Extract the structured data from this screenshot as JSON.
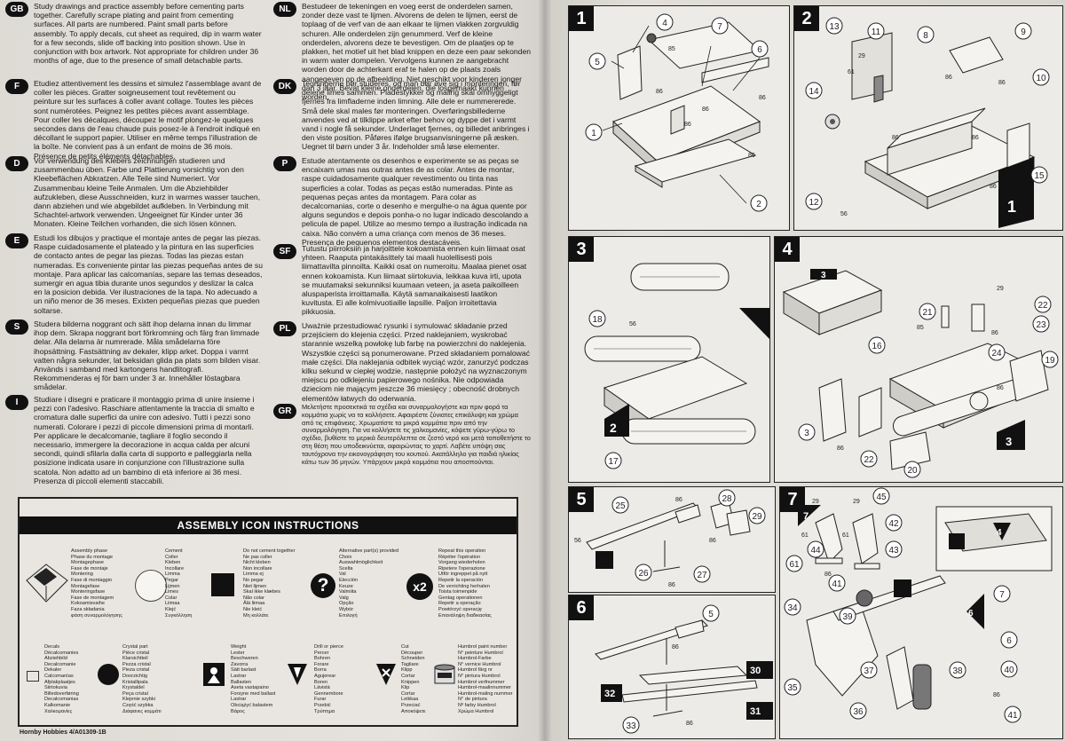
{
  "blocks": [
    {
      "code": "GB",
      "text": "Study drawings and practice assembly before cementing parts together. Carefully scrape plating and paint from cementing surfaces. All parts are numbered. Paint small parts before assembly. To apply decals, cut sheet as required, dip in warm water for a few seconds, slide off backing into position shown. Use in conjunction with box artwork. Not appropriate for children under 36 months of age, due to the presence of small detachable parts."
    },
    {
      "code": "F",
      "text": "Etudiez attentivement les dessins et simulez l'assemblage avant de coller les pièces. Gratter soigneusement tout revêtement ou peinture sur les surfaces à coller avant collage. Toutes les pièces sont numérotées. Peignez les petites pièces avant assemblage. Pour coller les décalques, découpez le motif plongez-le quelques secondes dans de l'eau chaude puis posez-le à l'endroit indiqué en décollant le support papier. Utiliser en même temps l'illustration de la boîte. Ne convient pas à un enfant de moins de 36 mois. Présence de petits éléments détachables."
    },
    {
      "code": "D",
      "text": "Vor verwendung des Klebers zeichnungen studieren und zusammenbau üben. Farbe und Plattierung vorsichtig von den Kleebeflächen Abkratzen. Alle Teile sind Numeriert. Vor Zusammenbau kleine Teile Anmalen. Um die Abziehbilder aufzukleben, diese Ausschneiden, kurz in warmes wasser tauchen, dann abziehen und wie abgebildet aufkleben. In Verbindung mit Schachtel-artwork verwenden. Ungeeignet für Kinder unter 36 Monaten. Kleine Teilchen vorhanden, die sich lösen können."
    },
    {
      "code": "E",
      "text": "Estudi los dibujos y practique el montaje antes de pegar las piezas. Raspe cuidadosamente el plateado y la pintura en las superficies de contacto antes de pegar las piezas. Todas las piezas estan numeradas. Es conveniente pintar las piezas pequeñas antes de su montaje. Para aplicar las calcomanías, separe las temas deseados, sumergir en agua tibia durante unos segundos y deslizar la calca en la posicion debida. Ver ilustraciones de la tapa. No adecuado a un niño menor de 36 meses. Exixten pequeñas piezas que pueden soltarse."
    },
    {
      "code": "S",
      "text": "Studera bilderna noggrant och sätt ihop delarna innan du limmar ihop dem. Skrapa noggrant bort förkromning och färg fran limmade delar. Alla delarna är numrerade. Måla smådelarna före ihopsättning. Fastsättning av dekaler, klipp arket. Doppa i varmt vatten några sekunder, lat beksidan glida pa plats som bilden visar. Används i samband med kartongens handlitografi. Rekommenderas ej för barn under 3 ar. Innehåller löstagbara smådelar."
    },
    {
      "code": "I",
      "text": "Studiare i disegni e praticare il montaggio prima di unire insieme i pezzi con l'adesivo. Raschiare attentamente la traccia di smalto e cromatura dalle superfici da unire con adesivo. Tutti i pezzi sono numerati. Colorare i pezzi di piccole dimensioni prima di montarli. Per applicare le decalcomanie, tagliare il foglio secondo il necessario, immergere la decorazione in acqua calda per alcuni secondi, quindi sfilarla dalla carta di supporto e palleggiarla nella posizione indicata usare in conjunzione con l'illustrazione sulla scatola. Non adatto ad un bambino di età inferiore ai 36 mesi. Presenza di piccoli elementi staccabili."
    },
    {
      "code": "NL",
      "text": "Bestudeer de tekeningen en voeg eerst de onderdelen samen, zonder deze vast te lijmen. Alvorens de delen te lijmen, eerst de toplaag of de verf van de aan elkaar te lijmen vlakken zorgvuldig schuren. Alle onderdelen zijn genummerd. Verf de kleine onderdelen, alvorens deze te bevestigen. Om de plaatjes op te plakken, het motief uit het blad knippen en deze een paar sekonden in warm water dompelen. Vervolgens kunnen ze aangebracht worden door de achterkant eraf te halen op de plaats zoals aangegeven op de afbeelding. Niet geschikt voor kinderen jonger dan 3 jaar. Bevat kleine onderdelen, die losgemaakt kunnen worden."
    },
    {
      "code": "DK",
      "text": "Tegningerne bør studeres, og man bør øve sig i monteringen, før delene limes sammen. Pladestykker og maling skal omhyggeligt fjernes fra limfladerne inden limning. Alle dele er nummererede. Små dele skal males før monteringen. Overføringsbillederne anvendes ved at tilklippe arket efter behov og dyppe det i varmt vand i nogle få sekunder. Underlaget fjernes, og billedet anbringes i den viste position. Påføres ifølge brugsanvisningerne på æsken. Uegnet til børn under 3 år. Indeholder små løse elementer."
    },
    {
      "code": "P",
      "text": "Estude atentamente os desenhos e experimente se as peças se encaixam umas nas outras antes de as colar. Antes de montar, raspe cuidadosamente qualquer revestimento ou tinta nas superficies a colar. Todas as peças estão numeradas. Pinte as pequenas peças antes da montagem. Para colar as decalcomanias, corte o desenho e mergulhe-o na água quente por alguns segundos e depois ponha-o no lugar indicado descolando a pelicula de papel. Utilize ao mesmo tempo a ilustração indicada na caixa. Não convém a uma criança com menos de 36 meses. Presença de pequenos elementos destacáveis."
    },
    {
      "code": "SF",
      "text": "Tutustu piirroksiin ja harjoittele kokoamista ennen kuin liimaat osat yhteen. Raaputa pintakäsittely tai maali huolellisesti pois liimattavilta pinnoilta. Kaikki osat on numeroitu. Maalaa pienet osat ennen kokoamista. Kun liimaat siirtokuvia, leikkaa kuva irti, upota se muutamaksi sekunniksi kuumaan veteen, ja aseta paikoilleen aluspaperista irroittamalla. Käytä samanaikaisesti laatikon kuvitusta. Ei alle kolmivuotiaille lapsille. Paljon irroitettavia pikkuosia."
    },
    {
      "code": "PL",
      "text": "Uważnie przestudiować rysunki i symulować składanie przed przejściem do klejenia części. Przed naklejaniem, wyskrobać starannie wszelką powłokę lub farbę na powierzchni do naklejenia. Wszystkie części są ponumerowane. Przed składaniem pomalować małe części. Dla naklejania odbitek wyciąć wzór, zanurzyć podczas kilku sekund w ciepłej wodzie, następnie położyć na wyznaczonym miejscu po odklejeniu papierowego nośnika. Nie odpowiada dzieciom nie mającym jeszcze 36 miesięcy ; obecność drobnych elementów łatwych do oderwania."
    },
    {
      "code": "GR",
      "text": "Μελετήστε προσεκτικά τα σχέδια και συναρμολογήστε και πριν φορά τα κομμάτια χωρίς να τα κολλήσετε. Αφαιρέστε ζύνιατες επικάλυψη και χρώμα από τις επιφάνειες. Χρωματίστε τα μικρά κομμάτια πριν από την συναρμολόγηση. Για να κολλήσετε τις χαλκομανίες, κόψετε γύρω-γύρω το σχέδιο, βυθίστε το μερικά δευτερόλεπτα σε ζεστό νερό και μετά τοποθετήστε το στη θέση που υποδεικνύεται, αφαιρώντας το χαρτί. Λαβέτε υπόψη σας ταυτόχρονα την εικονογράφηση του κουτιού. Ακατάλληλο για παιδιά ηλικίας κάτω των 36 μηνών. Υπάρχουν μικρά κομμάτια που αποσπούνται."
    }
  ],
  "icon_box": {
    "title": "ASSEMBLY ICON INSTRUCTIONS",
    "assembly": "Assembly phase\nPhase du montage\nMontagephase\nFase de montaje\nMontering\nFase di montaggio\nMontagefase\nMonteringsfase\nFase de montagem\nKokoamisvaihe\nFaza składania\nφάση συναρμολόγησης",
    "cement": "Cement\nColler\nKleben\nIncollare\nLimma\nPegar\nLijmen\nLimes\nColar\nLiimaa\nKlejć\nΣυγκόλληση",
    "nocement": "Do not cement together\nNe pas coller\nNicht kleben\nNon incollare\nLimma ej\nNo pegar\nNiet lijmen\nSkal ikke klæbes\nNão colar\nÄlä liimaa\nNie kleić\nΜη κολλάτε",
    "alternative": "Alternative part(s) provided\nChoix\nAuswahlmöglichkeit\nScelta\nVal\nElección\nKeuze\nValmiita\nValg\nOpção\nWybór\nΕπιλογή",
    "repeat": "Repeat this operation\nRépéter l'opération\nVorgang wiederholen\nRipetere l'operazione\nUtför ingreppet på nytt\nRepetir la operación\nDe verrichting herhalen\nToista toimenpide\nGentag operationen\nRepetir a operação\nPowtórzyć operację\nΕπανάληψη διαδικασίας",
    "decals": "Decals\nDécalcomanies\nAbziehbild\nDecalcomanie\nDekaler\nCalcomanías\nAfplakplaatjes\nSiirtokuvia\nBilledoverføring\nDecalcomanias\nKalkomanie\nΧαλκομανίες",
    "crystal": "Crystal part\nPièce cristal\nKlarsichtteil\nPezza cristal\nPieza cristal\nDoorzichtig\nKristallipala\nKrystaldel\nPeça cristal\nKlejenie szybki\nCzęść szybka\nΔιάφανες κομμάτι",
    "weight": "Weight\nLester\nBeschweren\nZavorra\nSätt barlast\nLastrar\nBallasten\nAseta vastapaino\nForsyne med ballast\nLastrar\nObciążyć balastem\nΒάρος",
    "drill": "Drill or pierce\nPercer\nBohren\nForare\nBorra\nAgujerear\nBoren\nLävistä\nGennembore\nFurar\nPrzebić\nΤρύπημα",
    "cut": "Cut\nDécouper\nSchneiden\nTagliare\nKlipp\nCortar\nKnippen\nKlip\nCortar\nLeikkaa\nPrzeciać\nΑποκόψετε",
    "humbrol": "Humbrol paint number\nN° peinture Humbrol\nHumbrol-Farbe\nN° vernice Humbrol\nHumbrol färg nr\nN° pintura Humbrol\nHumbrol verfnummer\nHumbrol-maalinnummer\nHumbrol-maling nummer\nN° de pintura\nNº farby Humbrol\nΧρώμα Humbrol",
    "badge_x2": "x2"
  },
  "footer": "Hornby Hobbies 4/A01309-1B",
  "steps": [
    {
      "num": "1",
      "parts": [
        "1",
        "2",
        "4",
        "5",
        "6",
        "7",
        "85",
        "86",
        "86",
        "86",
        "86",
        "86"
      ]
    },
    {
      "num": "2",
      "parts": [
        "8",
        "9",
        "10",
        "11",
        "12",
        "13",
        "14",
        "15",
        "29",
        "56",
        "61",
        "86",
        "86",
        "86",
        "86",
        "86",
        "1"
      ]
    },
    {
      "num": "3",
      "parts": [
        "2",
        "17",
        "18",
        "56"
      ]
    },
    {
      "num": "4",
      "parts": [
        "3",
        "16",
        "19",
        "20",
        "21",
        "22",
        "23",
        "24",
        "29",
        "85",
        "86",
        "86",
        "86",
        "3"
      ]
    },
    {
      "num": "5",
      "parts": [
        "25",
        "26",
        "27",
        "28",
        "29",
        "56",
        "86",
        "86",
        "86"
      ]
    },
    {
      "num": "6",
      "parts": [
        "5",
        "30",
        "31",
        "32",
        "33",
        "86",
        "86"
      ]
    },
    {
      "num": "7",
      "parts": [
        "6",
        "7",
        "29",
        "29",
        "34",
        "35",
        "36",
        "37",
        "38",
        "39",
        "40",
        "41",
        "42",
        "43",
        "44",
        "45",
        "61",
        "61",
        "86",
        "86",
        "4",
        "6"
      ]
    }
  ]
}
